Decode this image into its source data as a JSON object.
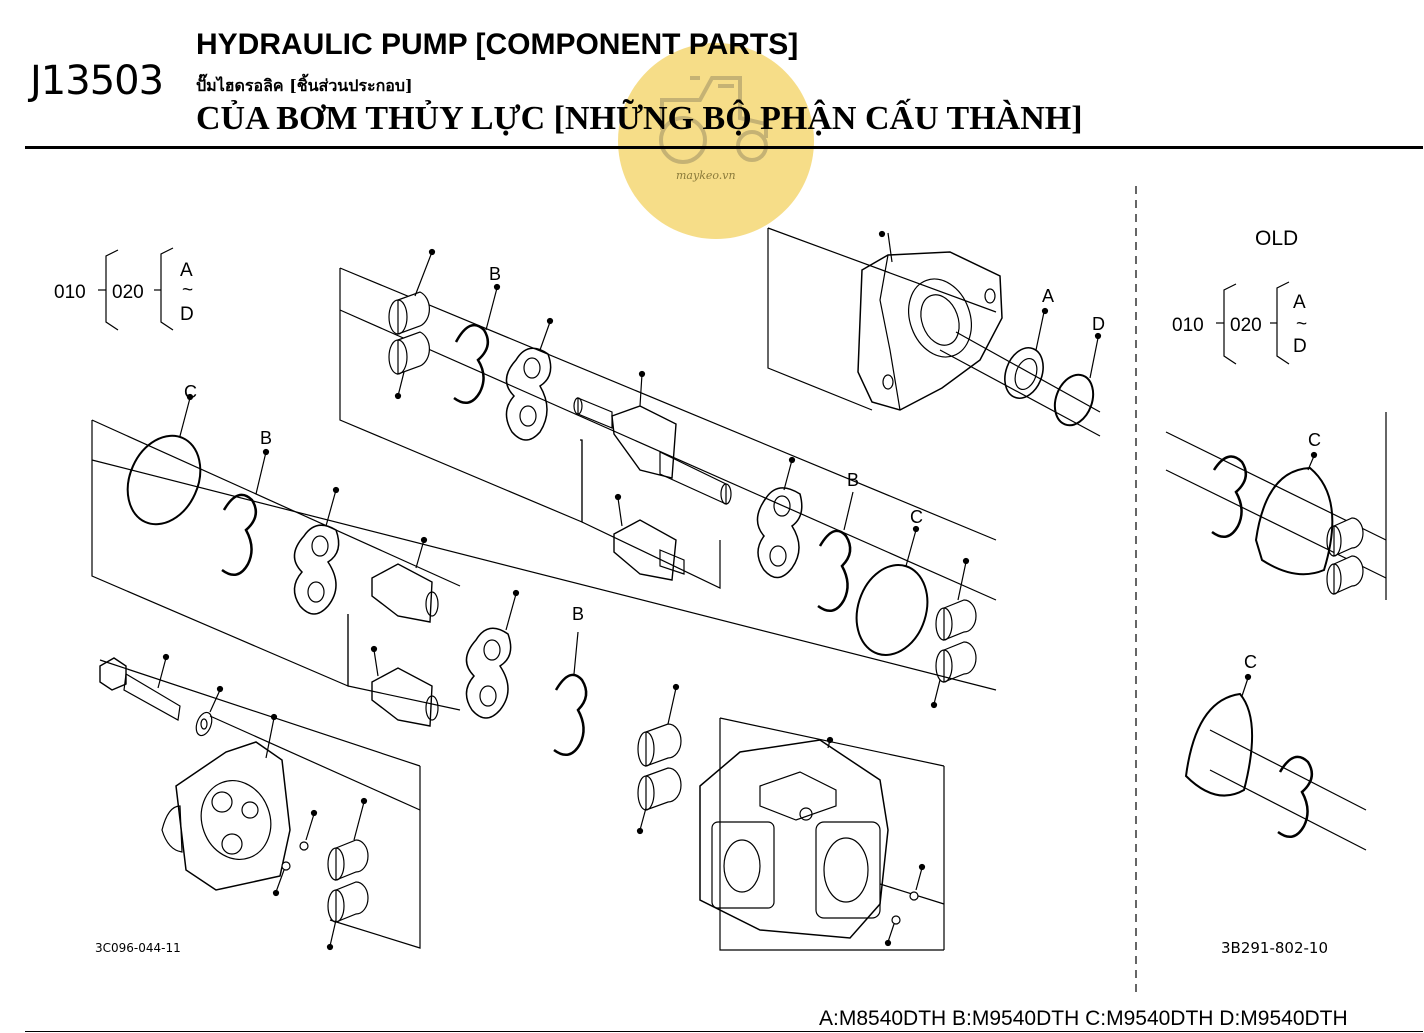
{
  "header": {
    "code": "J13503",
    "title_en": "HYDRAULIC PUMP [COMPONENT PARTS]",
    "title_th": "ปั๊มไฮดรอลิค [ชิ้นส่วนประกอบ]",
    "title_vi": "CỦA BƠM THỦY LỰC [NHỮNG BỘ PHẬN CẤU THÀNH]"
  },
  "watermark": {
    "text": "maykeo.vn",
    "color": "#f3d160",
    "icon": "tractor-icon"
  },
  "diagram": {
    "reference_main": "3C096-044-11",
    "reference_old": "3B291-802-10",
    "old_label": "OLD",
    "tree_new": {
      "a": "010",
      "b": "020",
      "top": "A",
      "mid": "~",
      "bottom": "D"
    },
    "tree_old": {
      "a": "010",
      "b": "020",
      "top": "A",
      "mid": "~",
      "bottom": "D"
    },
    "callouts": {
      "a_seal": "A",
      "d_ring": "D",
      "b_upper": "B",
      "b_left": "B",
      "b_mid": "B",
      "b_lower": "B",
      "c_left": "C",
      "c_mid": "C",
      "c_old_upper": "C",
      "c_old_lower": "C"
    }
  },
  "footer": {
    "models": "A:M8540DTH B:M9540DTH C:M9540DTH D:M9540DTH"
  }
}
